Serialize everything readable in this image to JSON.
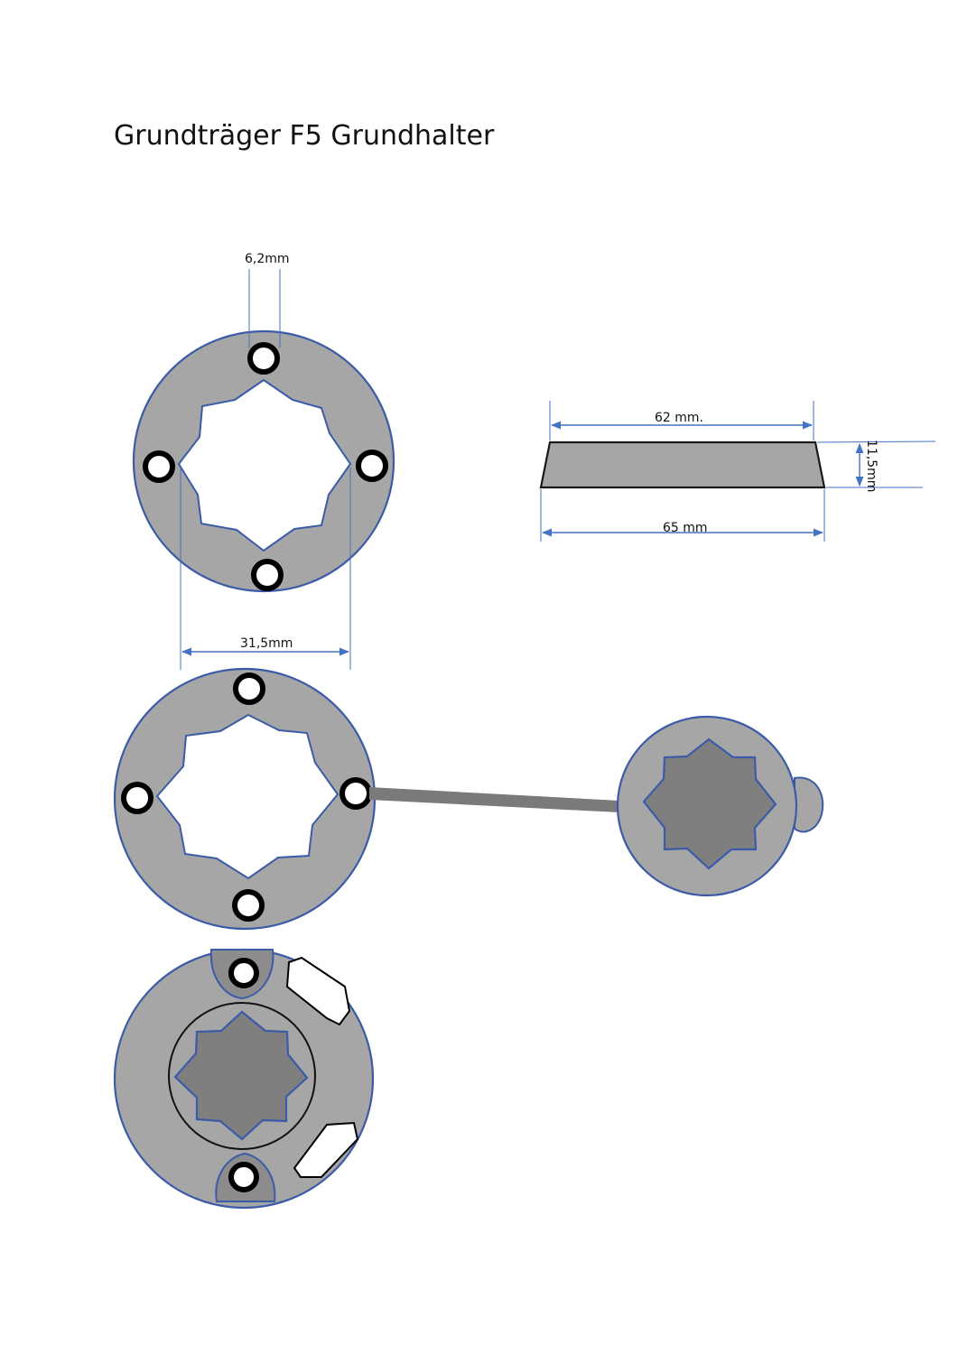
{
  "title": "Grundträger  F5 Grundhalter",
  "dimensions": {
    "bolt_hole": "6,2mm",
    "star_width": "31,5mm",
    "top_width": "62 mm.",
    "bottom_width": "65 mm",
    "height": "11,5mm"
  },
  "colors": {
    "ring_fill": "#a6a6a6",
    "outline": "#3b5ba9",
    "dimension": "#4472c4",
    "solid_star": "#7f7f7f"
  }
}
